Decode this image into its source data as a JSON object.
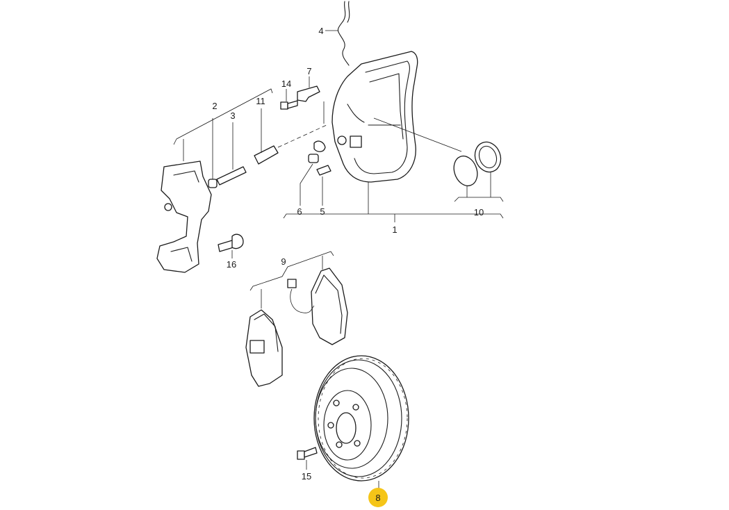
{
  "diagram": {
    "callouts": [
      {
        "id": "1",
        "label": "1"
      },
      {
        "id": "2",
        "label": "2"
      },
      {
        "id": "3",
        "label": "3"
      },
      {
        "id": "4",
        "label": "4"
      },
      {
        "id": "5",
        "label": "5"
      },
      {
        "id": "6",
        "label": "6"
      },
      {
        "id": "7",
        "label": "7"
      },
      {
        "id": "8",
        "label": "8",
        "highlighted": true
      },
      {
        "id": "9",
        "label": "9"
      },
      {
        "id": "10",
        "label": "10"
      },
      {
        "id": "11",
        "label": "11"
      },
      {
        "id": "14",
        "label": "14"
      },
      {
        "id": "15",
        "label": "15"
      },
      {
        "id": "16",
        "label": "16"
      }
    ],
    "highlight_color": "#f5c518",
    "line_color": "#1a1a1a"
  }
}
